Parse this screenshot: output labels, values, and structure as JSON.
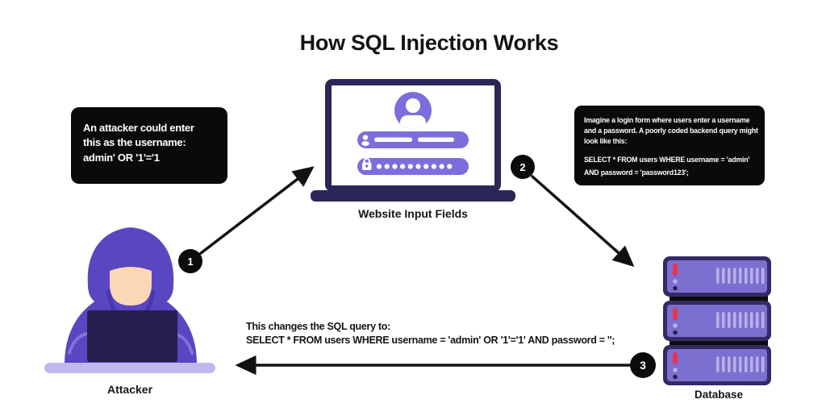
{
  "title": "How SQL Injection Works",
  "colors": {
    "background": "#FFFFFF",
    "callout_bg": "#0A0A0A",
    "callout_text": "#FFFFFF",
    "accent_purple": "#7B6EDC",
    "dark_navy": "#2B2659",
    "hood_purple": "#5847C0",
    "skin": "#FBD7B6",
    "desk_lavender": "#C3B8EE",
    "server_border_purple": "#342A66",
    "server_body_purple": "#7B6FD0",
    "led_red": "#E8344E",
    "vent_lavender": "#B9B0E8",
    "arrow_black": "#111111"
  },
  "callouts": {
    "attacker_input": {
      "lines": [
        "An attacker could enter",
        "this as the username:",
        "admin' OR '1'='1"
      ]
    },
    "backend_query": {
      "body_lines": [
        "Imagine a login form where users enter a username",
        "and a password. A poorly coded backend query might",
        "look like this:"
      ],
      "query_line1": "SELECT * FROM users WHERE username = 'admin'",
      "query_line2": "AND password = 'password123';"
    }
  },
  "labels": {
    "website": "Website Input Fields",
    "attacker": "Attacker",
    "database": "Database"
  },
  "steps": [
    "1",
    "2",
    "3"
  ],
  "result_text": {
    "line1": "This changes the SQL query to:",
    "line2": "SELECT * FROM users WHERE username = 'admin' OR '1'='1' AND password = '';"
  }
}
